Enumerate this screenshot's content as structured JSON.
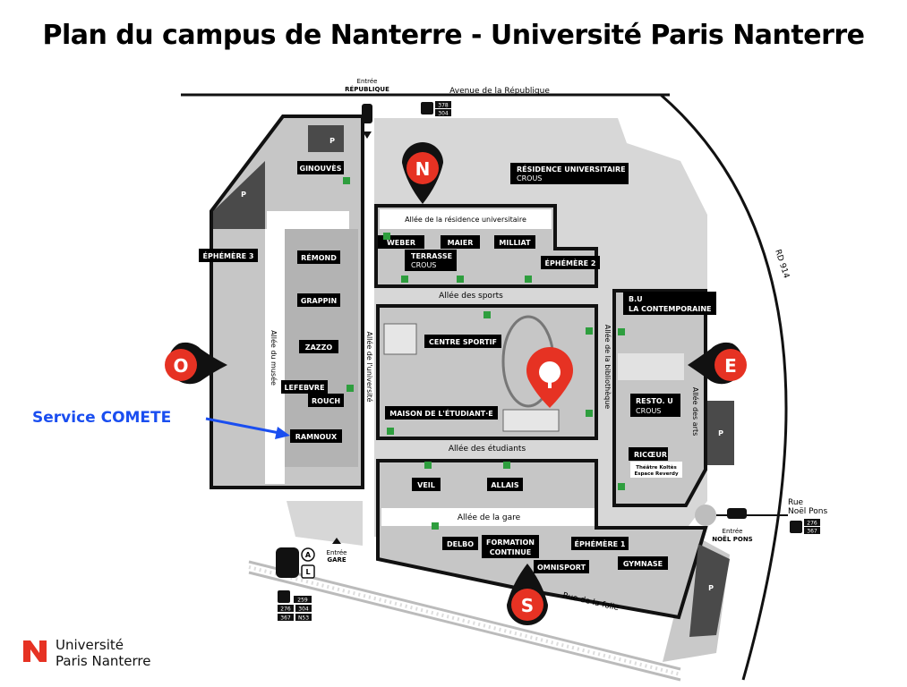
{
  "title": "Plan du campus de Nanterre - Université Paris Nanterre",
  "colors": {
    "building": "#c9c9c9",
    "building_dark": "#4a4a4a",
    "zone_border": "#111111",
    "marker_red": "#e63223",
    "annotation_blue": "#1a4ef0",
    "label_bg": "#000000",
    "label_text": "#ffffff",
    "accessible_icon_bg": "#2e9e3e"
  },
  "roads": {
    "avenue": "Avenue de la République",
    "rd914": "RD 914",
    "rue_folie": "Rue de la folie",
    "rue_noel_pons_1": "Rue",
    "rue_noel_pons_2": "Noël Pons"
  },
  "paths": {
    "residence": "Allée de la résidence universitaire",
    "sports": "Allée des sports",
    "etudiants": "Allée des étudiants",
    "gare": "Allée de la gare",
    "musee": "Allée du musée",
    "universite": "Allée de l'université",
    "bibliotheque": "Allée de la bibliothèque",
    "arts": "Allée des arts"
  },
  "entrances": {
    "republique_1": "Entrée",
    "republique_2": "RÉPUBLIQUE",
    "gare_1": "Entrée",
    "gare_2": "GARE",
    "noel_pons_1": "Entrée",
    "noel_pons_2": "NOËL PONS"
  },
  "markers": {
    "north": "N",
    "west": "O",
    "east": "E",
    "south": "S"
  },
  "buildings": {
    "ginouves": "GINOUVÈS",
    "ephemere3": "ÉPHÉMÈRE 3",
    "remond": "RÉMOND",
    "grappin": "GRAPPIN",
    "zazzo": "ZAZZO",
    "lefebvre": "LEFEBVRE",
    "rouch": "ROUCH",
    "ramnoux": "RAMNOUX",
    "residence_1": "RÉSIDENCE UNIVERSITAIRE",
    "residence_2": "CROUS",
    "weber": "WEBER",
    "maier": "MAIER",
    "milliat": "MILLIAT",
    "terrasse_1": "TERRASSE",
    "terrasse_2": "CROUS",
    "ephemere2": "ÉPHÉMÈRE 2",
    "centre_sportif": "CENTRE SPORTIF",
    "maison_etudiant": "MAISON DE L'ÉTUDIANT·E",
    "bu_1": "B.U",
    "bu_2": "LA CONTEMPORAINE",
    "resto_1": "RESTO. U",
    "resto_2": "CROUS",
    "ricoeur": "RICŒUR",
    "theatre_1": "Théâtre Koltès",
    "theatre_2": "Espace Reverdy",
    "veil": "VEIL",
    "allais": "ALLAIS",
    "delbo": "DELBO",
    "formation_1": "FORMATION",
    "formation_2": "CONTINUE",
    "ephemere1": "ÉPHÉMÈRE 1",
    "omnisport": "OMNISPORT",
    "gymnase": "GYMNASE"
  },
  "parking": "P",
  "annotation": {
    "service": "Service  COMETE"
  },
  "transport": {
    "bus_top_1": "378",
    "bus_top_2": "304",
    "bus_right_1": "276",
    "bus_right_2": "367",
    "rer_line": "A",
    "train_line": "L",
    "bus_gare_1": "259",
    "bus_gare_2": "276",
    "bus_gare_3": "304",
    "bus_gare_4": "367",
    "bus_gare_5": "N53"
  },
  "logo": {
    "line1": "Université",
    "line2": "Paris Nanterre"
  }
}
